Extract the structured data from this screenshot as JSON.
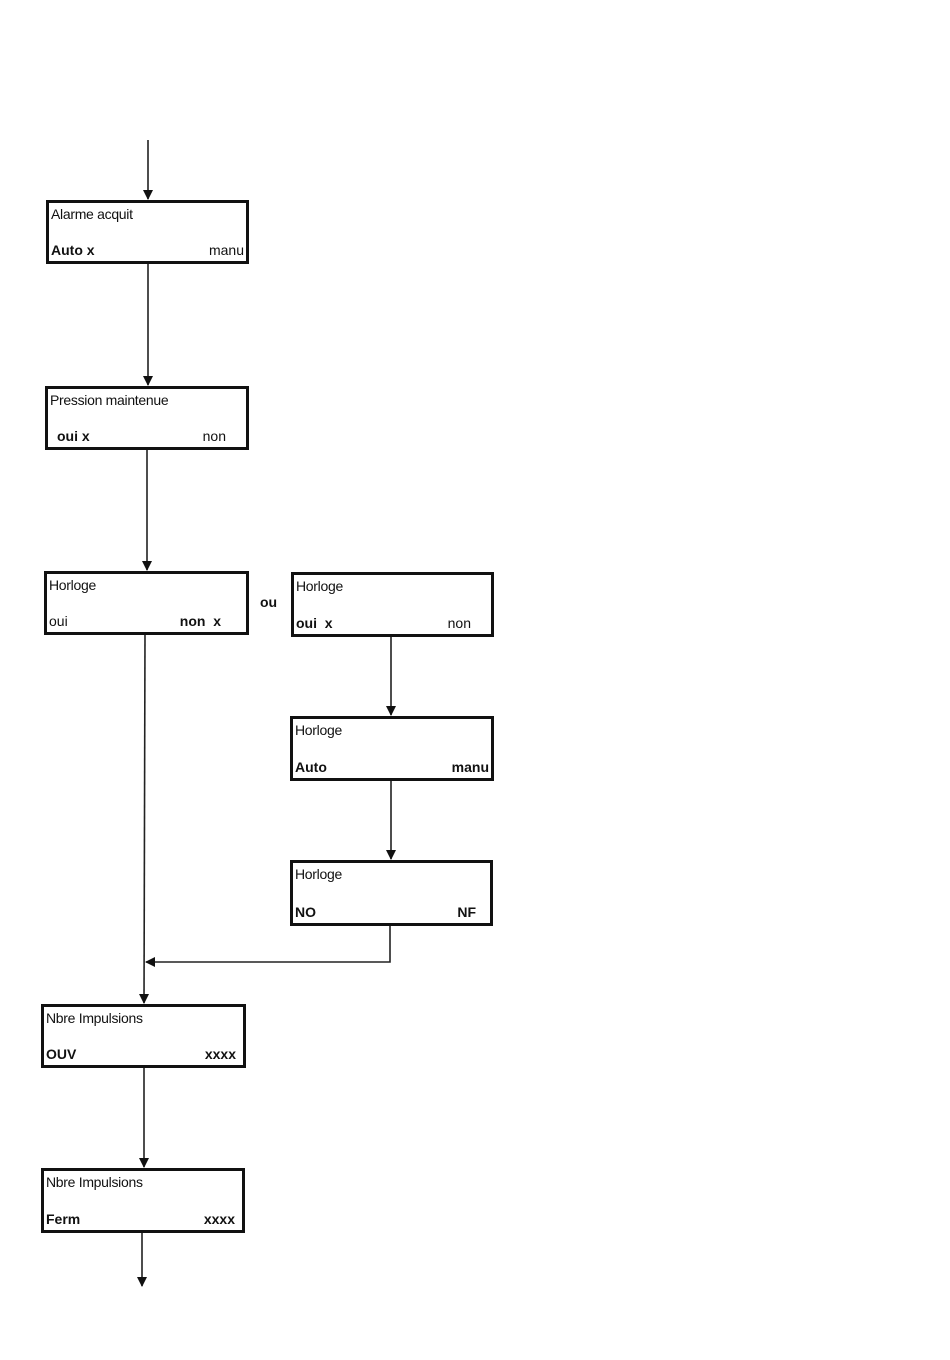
{
  "boxes": [
    {
      "title": "Alarme acquit",
      "left": "Auto x",
      "right": "manu"
    },
    {
      "title": "Pression maintenue",
      "left": "oui x",
      "right": "non"
    },
    {
      "title": "Horloge",
      "left": "oui",
      "right": "non  x"
    },
    {
      "title": "Horloge",
      "left": "oui  x",
      "right": "non"
    },
    {
      "title": "Horloge",
      "left": "Auto",
      "right": "manu"
    },
    {
      "title": "Horloge",
      "left": "NO",
      "right": "NF"
    },
    {
      "title": "Nbre Impulsions",
      "left": "OUV",
      "right": "xxxx"
    },
    {
      "title": "Nbre Impulsions",
      "left": "Ferm",
      "right": "xxxx"
    }
  ],
  "or_label": "ou"
}
